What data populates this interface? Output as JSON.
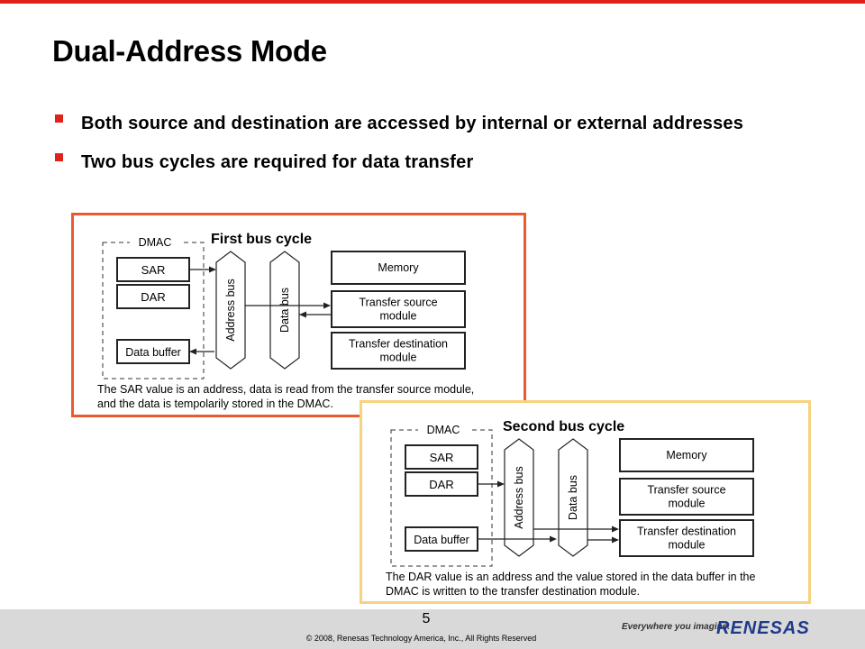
{
  "slide": {
    "title": "Dual-Address Mode",
    "bullets": [
      "Both source and destination are accessed by internal or external addresses",
      "Two bus cycles are required for data transfer"
    ],
    "accent_color": "#e0231a"
  },
  "diagrams": [
    {
      "heading": "First bus cycle",
      "border_color": "#e95b2f",
      "dmac_label": "DMAC",
      "registers": [
        "SAR",
        "DAR"
      ],
      "buffer_label": "Data buffer",
      "address_bus": "Address bus",
      "data_bus": "Data bus",
      "modules": [
        "Memory",
        "Transfer source\nmodule",
        "Transfer destination\nmodule"
      ],
      "caption": "The SAR value is an address, data is read from the transfer source module,\nand the data is tempolarily stored in the DMAC."
    },
    {
      "heading": "Second bus cycle",
      "border_color": "#f7d27f",
      "dmac_label": "DMAC",
      "registers": [
        "SAR",
        "DAR"
      ],
      "buffer_label": "Data buffer",
      "address_bus": "Address bus",
      "data_bus": "Data bus",
      "modules": [
        "Memory",
        "Transfer source\nmodule",
        "Transfer destination\nmodule"
      ],
      "caption": "The DAR value is an address and the value stored in the data buffer in the\nDMAC is written to the transfer destination module."
    }
  ],
  "footer": {
    "page_number": "5",
    "copyright": "© 2008, Renesas Technology America, Inc., All Rights Reserved",
    "tagline": "Everywhere you imagine.",
    "logo_text": "RENESAS"
  }
}
